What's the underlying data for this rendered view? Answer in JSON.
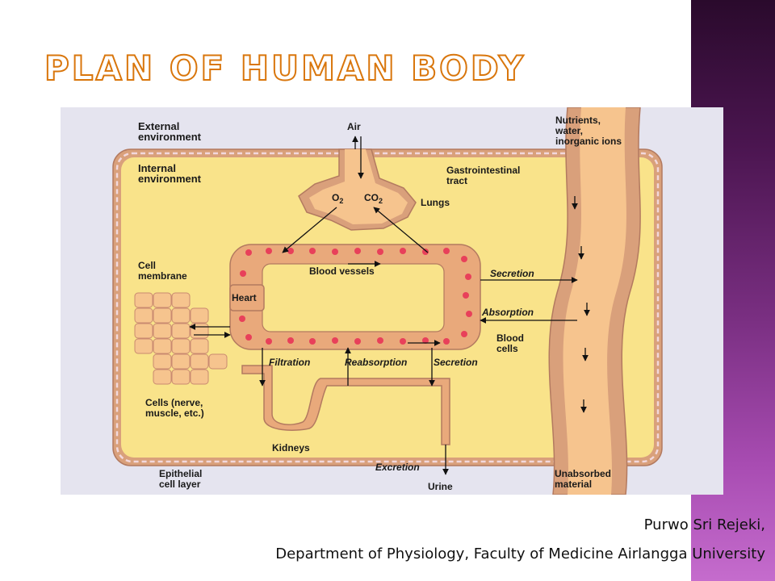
{
  "slide": {
    "title": "PLAN OF HUMAN BODY",
    "author": "Purwo Sri Rejeki,",
    "department": "Department of Physiology, Faculty of Medicine Airlangga University"
  },
  "diagram": {
    "external_environment": [
      "External",
      "environment"
    ],
    "internal_environment": [
      "Internal",
      "environment"
    ],
    "air": "Air",
    "o2": "O",
    "co2": "CO",
    "subscript_2": "2",
    "lungs": "Lungs",
    "gi_tract": [
      "Gastrointestinal",
      "tract"
    ],
    "nutrients": [
      "Nutrients,",
      "water,",
      "inorganic ions"
    ],
    "cell_membrane": [
      "Cell",
      "membrane"
    ],
    "heart": "Heart",
    "blood_vessels": "Blood vessels",
    "secretion_gi": "Secretion",
    "absorption": "Absorption",
    "blood_cells": [
      "Blood",
      "cells"
    ],
    "filtration": "Filtration",
    "reabsorption": "Reabsorption",
    "secretion_kidney": "Secretion",
    "cells": [
      "Cells (nerve,",
      "muscle, etc.)"
    ],
    "kidneys": "Kidneys",
    "excretion": "Excretion",
    "urine": "Urine",
    "epithelial": [
      "Epithelial",
      "cell layer"
    ],
    "unabsorbed": [
      "Unabsorbed",
      "material"
    ]
  }
}
